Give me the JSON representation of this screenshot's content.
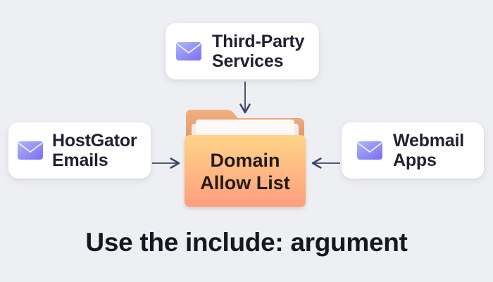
{
  "diagram": {
    "center": {
      "label": "Domain\nAllow List",
      "icon": "folder-icon",
      "colors": {
        "top": "#ffd488",
        "bottom": "#ff9e7e",
        "back": "#e89a74"
      }
    },
    "sources": [
      {
        "id": "top",
        "label": "Third-Party\nServices",
        "icon": "envelope-icon"
      },
      {
        "id": "left",
        "label": "HostGator\nEmails",
        "icon": "envelope-icon"
      },
      {
        "id": "right",
        "label": "Webmail\nApps",
        "icon": "envelope-icon"
      }
    ],
    "arrow_color": "#3c4468",
    "envelope_colors": {
      "light": "#a9b7fa",
      "dark": "#7d6cf0"
    }
  },
  "caption": "Use the include: argument"
}
